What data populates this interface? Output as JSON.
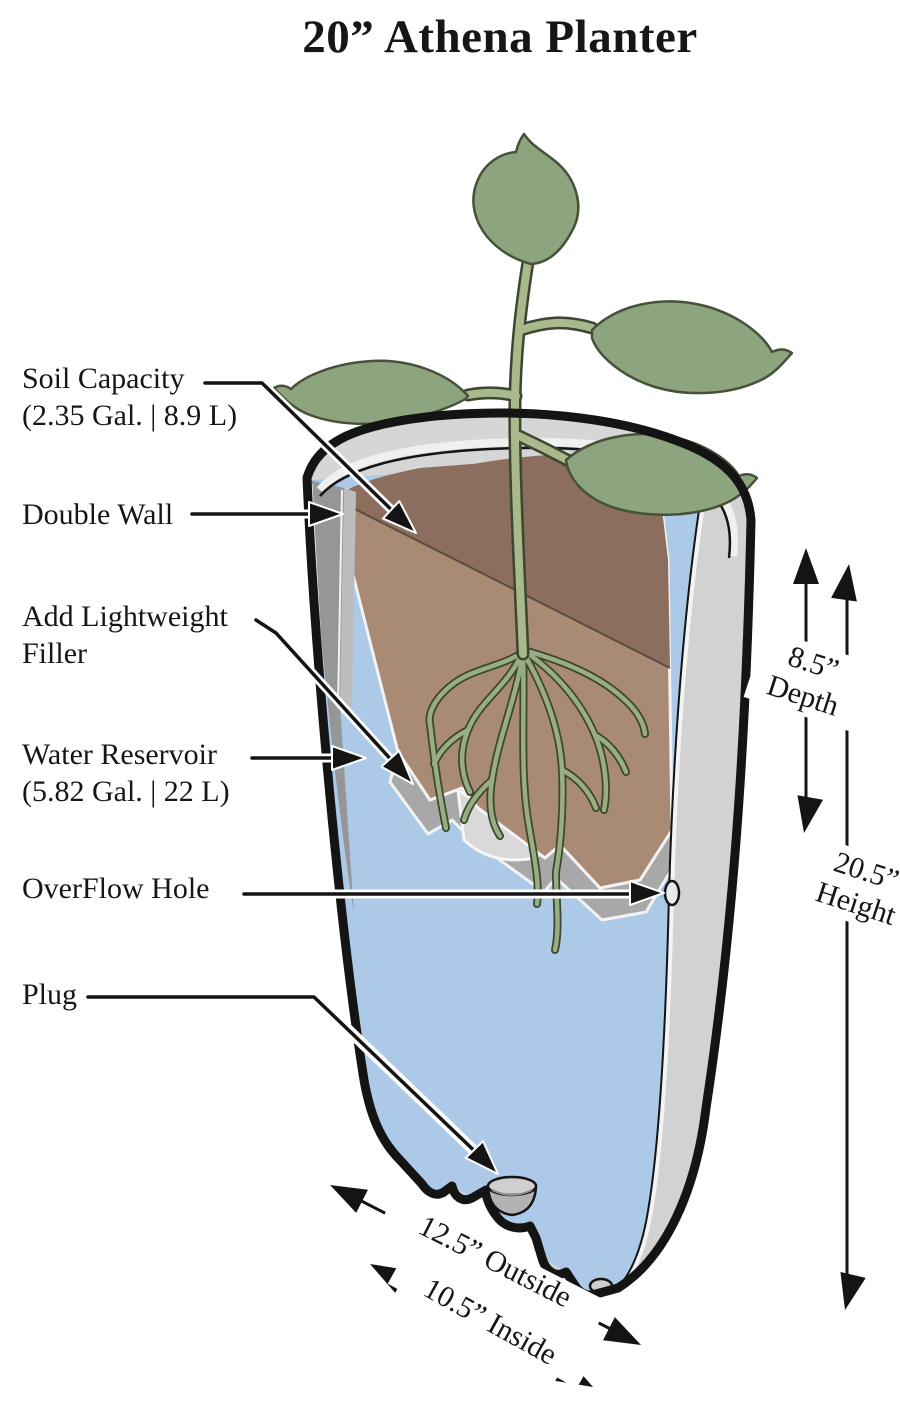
{
  "title": "20” Athena Planter",
  "labels": {
    "soil_capacity": {
      "line1": "Soil Capacity",
      "line2": "(2.35 Gal. | 8.9 L)"
    },
    "double_wall": "Double Wall",
    "filler": {
      "line1": "Add Lightweight",
      "line2": "Filler"
    },
    "water_reservoir": {
      "line1": "Water Reservoir",
      "line2": "(5.82 Gal. | 22 L)"
    },
    "overflow": "OverFlow Hole",
    "plug": "Plug"
  },
  "dimensions": {
    "depth_value": "8.5”",
    "depth_label": "Depth",
    "height_value": "20.5”",
    "height_label": "Height",
    "outside": "12.5” Outside",
    "inside": "10.5” Inside"
  },
  "illustration": {
    "description": "Cutaway illustration of self-watering planter with plant, soil, roots, water reservoir, overflow hole and plug",
    "colors": {
      "outline": "#141414",
      "pot_gray": "#d6d6d6",
      "pot_wall_front": "#d2d2d2",
      "cut_wall_dark": "#969696",
      "inner_wall_gray": "#a8a8a8",
      "soil_dark": "#8b6e5e",
      "soil_light": "#a98a74",
      "water": "#accae8",
      "water_surface": "#8fb7dd",
      "leaf_green": "#8da57e",
      "stem_green": "#a9b98c",
      "root_green": "#98ae80"
    }
  }
}
